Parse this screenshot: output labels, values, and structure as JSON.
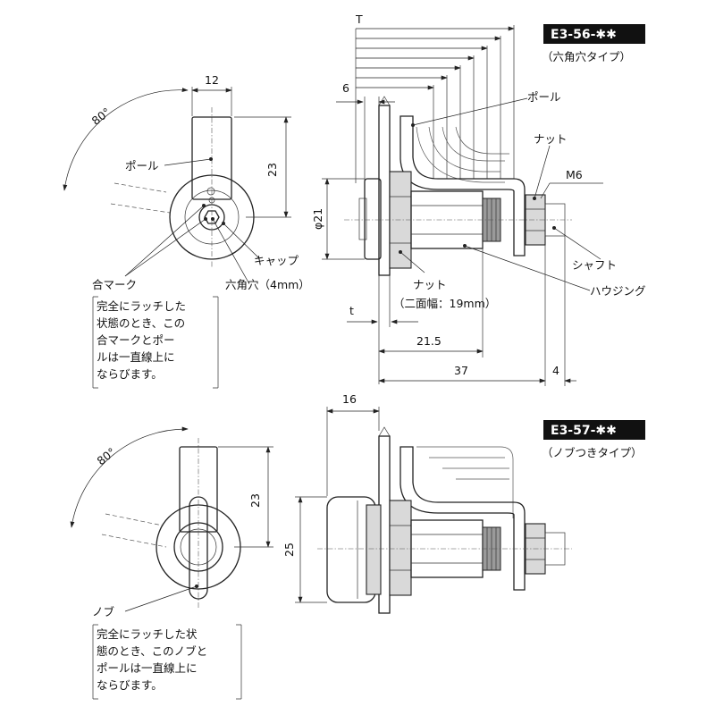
{
  "models": [
    {
      "code": "E3-56-✱✱",
      "subtitle": "（六角穴タイプ）"
    },
    {
      "code": "E3-57-✱✱",
      "subtitle": "（ノブつきタイプ）"
    }
  ],
  "top_front": {
    "angle": "80°",
    "width_dim": "12",
    "height_dim": "23",
    "labels": {
      "pole": "ポール",
      "cap": "キャップ",
      "hex_hole": "六角穴（4mm）",
      "mark": "合マーク"
    },
    "note_lines": [
      "完全にラッチした",
      "状態のとき、この",
      "合マークとポー",
      "ルは一直線上に",
      "ならびます。"
    ]
  },
  "top_side": {
    "dims": {
      "T": "T",
      "six": "6",
      "phi21": "φ21",
      "t": "t",
      "d215": "21.5",
      "d37": "37",
      "d4": "4",
      "m6": "M6"
    },
    "labels": {
      "pole": "ポール",
      "nut_top": "ナット",
      "shaft": "シャフト",
      "housing": "ハウジング",
      "nut_bottom": "ナット",
      "nut_bottom_spec": "（二面幅：19mm）"
    }
  },
  "bottom_front": {
    "angle": "80°",
    "height_dim": "23",
    "labels": {
      "knob": "ノブ"
    },
    "note_lines": [
      "完全にラッチした状",
      "態のとき、このノブと",
      "ポールは一直線上に",
      "ならびます。"
    ]
  },
  "bottom_side": {
    "dims": {
      "d16": "16",
      "d25": "25"
    }
  }
}
